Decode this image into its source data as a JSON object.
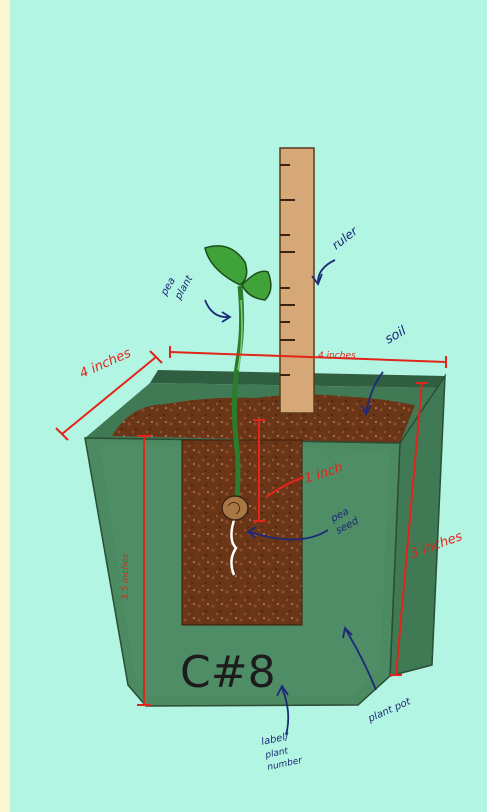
{
  "colors": {
    "background": "#b3f5e3",
    "page_edge": "#fdf6d2",
    "pot_front": "#4c8a62",
    "pot_side": "#3f7a55",
    "pot_rim": "#2f5f40",
    "soil": "#6a3617",
    "ruler": "#d7a877",
    "measure_red": "#e3241b",
    "annotation_blue": "#1d2a78",
    "leaf": "#3fa33a"
  },
  "labels": {
    "top_width_left": "4 inches",
    "top_width_right": "4 inches",
    "height_front": "3.5 inches",
    "height_side": "3 inches",
    "depth": "1 inch",
    "ruler": "ruler",
    "pea_plant_line1": "pea",
    "pea_plant_line2": "plant",
    "soil": "soil",
    "pea_seed_line1": "pea",
    "pea_seed_line2": "seed",
    "plant_pot": "plant pot",
    "label_line1": "label/",
    "label_line2": "plant",
    "label_line3": "number",
    "pot_number": "C#8"
  }
}
